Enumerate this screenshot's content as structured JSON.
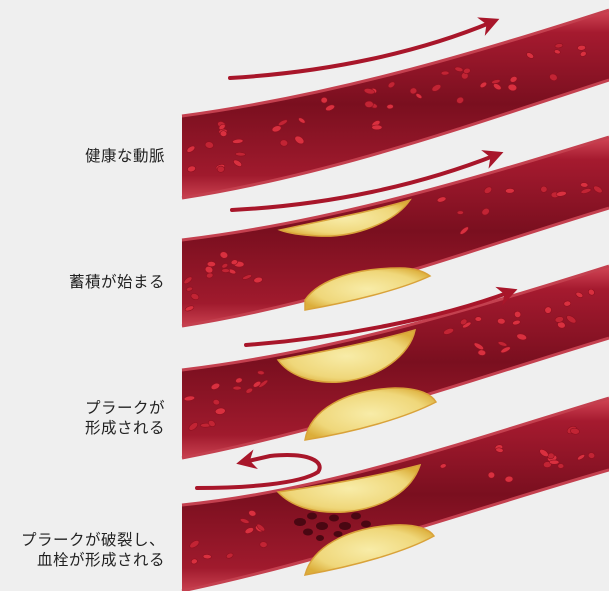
{
  "stages": [
    {
      "id": "healthy",
      "lines": [
        "健康な動脈"
      ]
    },
    {
      "id": "buildup",
      "lines": [
        "蓄積が始まる"
      ]
    },
    {
      "id": "plaque",
      "lines": [
        "プラークが",
        "形成される"
      ]
    },
    {
      "id": "rupture",
      "lines": [
        "プラークが破裂し、",
        "血栓が形成される"
      ]
    }
  ],
  "colors": {
    "background": "#efefef",
    "vessel_dark": "#7e1020",
    "vessel_mid": "#a81a30",
    "vessel_rim": "#c83a4c",
    "blood_cell": "#d9303f",
    "plaque_fill": "#f1df8c",
    "plaque_rim": "#e7b23a",
    "flow_arrow": "#a8162a",
    "label_text": "#222222"
  }
}
